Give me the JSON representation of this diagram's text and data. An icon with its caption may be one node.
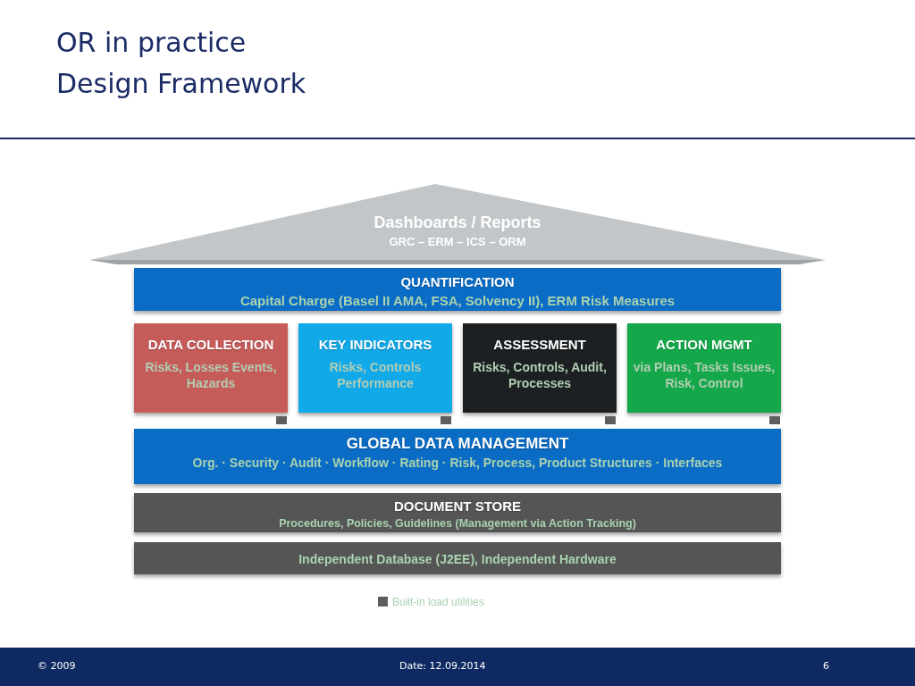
{
  "diagram": {
    "title": "OR in practice Design Framework",
    "nodes": [
      {
        "text": [
          "Dashboards / Reports",
          "GRC – ERM – ICS – ORM"
        ]
      },
      {
        "text": [
          "QUANTIFICATION",
          "Capital Charge (Basel II AMA, FSA, Solvency II), ERM Risk Measures"
        ]
      },
      {
        "text": [
          "DATA COLLECTION",
          "Risks, Losses Events, Hazards"
        ]
      },
      {
        "text": [
          "KEY INDICATORS",
          "Risks, Controls Performance"
        ]
      },
      {
        "text": [
          "ASSESSMENT",
          "Risks, Controls, Audit, Processes"
        ]
      },
      {
        "text": [
          "ACTION MGMT",
          "via Plans, Tasks Issues, Risk, Control"
        ]
      },
      {
        "text": [
          "GLOBAL DATA MANAGEMENT",
          "Org. · Security · Audit · Workflow · Rating · Risk, Process, Product Structures · Interfaces"
        ]
      },
      {
        "text": [
          "DOCUMENT STORE",
          "Procedures, Policies, Guidelines (Management via Action Tracking)"
        ]
      },
      {
        "text": [
          "Independent Database (J2EE), Independent Hardware"
        ]
      }
    ],
    "labels": [
      "© 2009",
      "Date: 12.09.2014",
      "6"
    ],
    "legend": [
      {
        "text": "Built-in load utilities",
        "color": "#5e5e5e"
      }
    ]
  }
}
